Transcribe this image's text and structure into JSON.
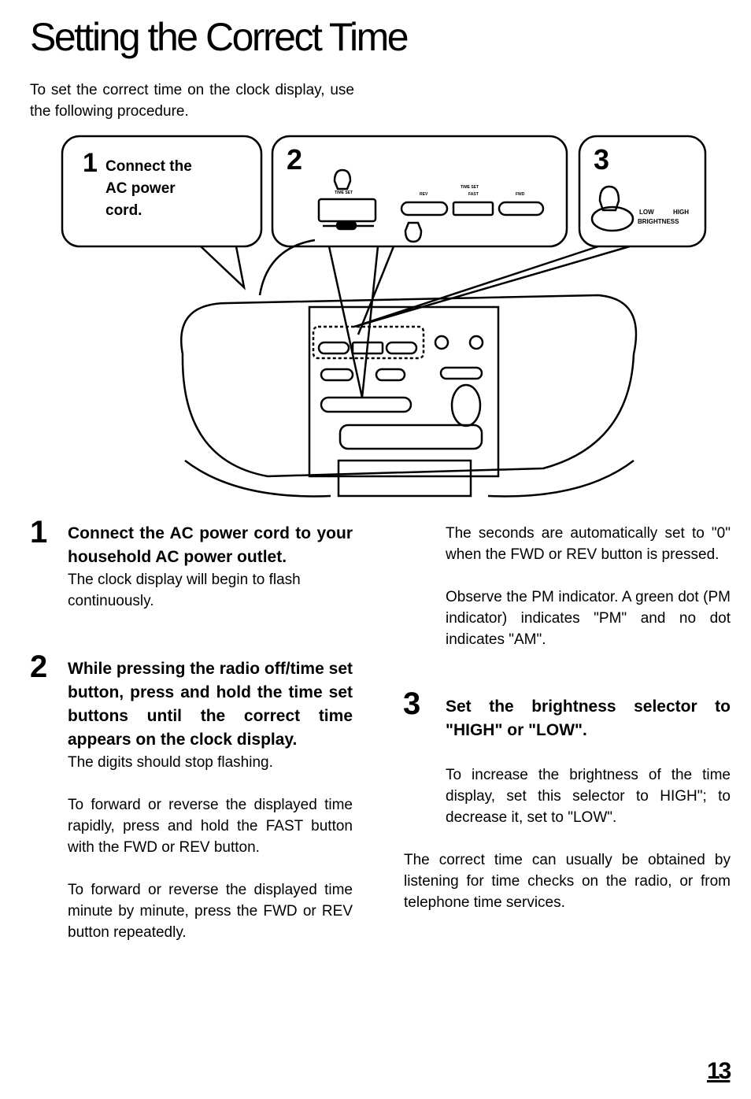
{
  "title": "Setting the Correct Time",
  "intro": "To set the correct time on the clock display, use the following procedure.",
  "diagram": {
    "panel1": {
      "number": "1",
      "text": "Connect the AC power cord."
    },
    "panel2": {
      "number": "2",
      "time_set_left": "TIME SET",
      "time_set_right": "TIME SET",
      "rev": "REV",
      "fast": "FAST",
      "fwd": "FWD"
    },
    "panel3": {
      "number": "3",
      "low": "LOW",
      "high": "HIGH",
      "brightness": "BRIGHTNESS"
    }
  },
  "steps": [
    {
      "number": "1",
      "heading": "Connect the AC power cord to your household AC power outlet.",
      "paragraphs": [
        "The clock display will begin to flash continuously."
      ]
    },
    {
      "number": "2",
      "heading": "While pressing the radio off/time set button, press and hold the time set buttons until the correct time appears on the clock display.",
      "paragraphs": [
        "The digits should stop flashing.",
        "To forward or reverse the displayed time rapidly, press and hold the FAST button with the FWD or REV button.",
        "To forward or reverse the displayed time minute by minute, press the FWD or REV button repeatedly.",
        "The seconds are automatically set to \"0\" when the FWD or REV button is pressed.",
        "Observe the PM indicator. A green dot (PM indicator) indicates \"PM\" and no dot indicates \"AM\"."
      ]
    },
    {
      "number": "3",
      "heading": "Set the brightness selector to \"HIGH\" or \"LOW\".",
      "paragraphs": [
        "To increase the brightness of the time display, set this selector to HIGH\"; to decrease it, set to \"LOW\"."
      ]
    }
  ],
  "closing": "The correct time can usually be obtained by listening for time checks on the radio, or from telephone time services.",
  "page_number": "13"
}
